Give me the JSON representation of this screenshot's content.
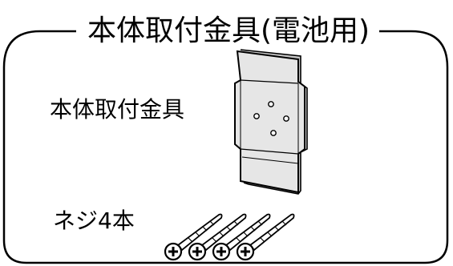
{
  "title": "本体取付金具(電池用)",
  "items": [
    {
      "label": "本体取付金具",
      "icon": "mounting-bracket-icon"
    },
    {
      "label": "ネジ4本",
      "icon": "screw-icon"
    }
  ],
  "colors": {
    "stroke": "#000000",
    "bracket_fill": "#e6e6e6",
    "bracket_shade": "#c8c8c8",
    "background": "#ffffff"
  }
}
